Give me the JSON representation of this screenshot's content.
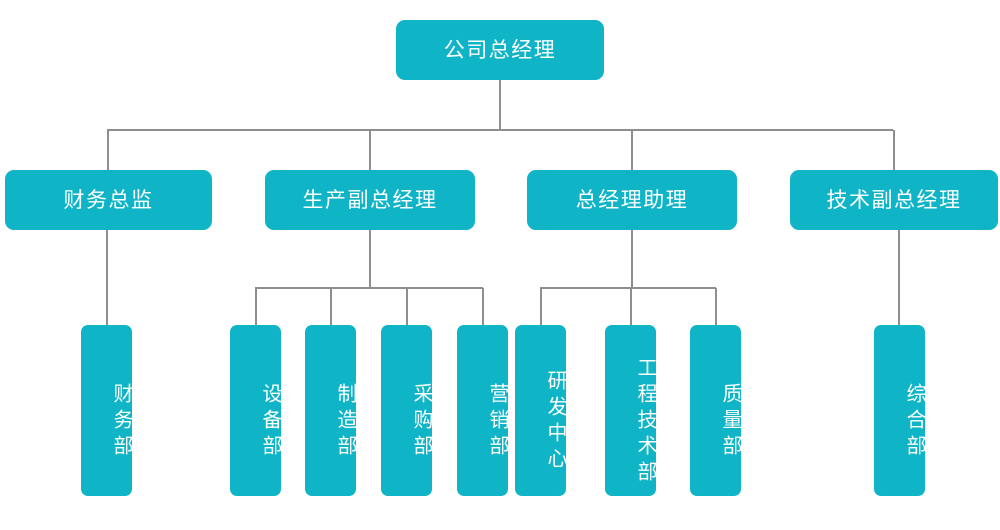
{
  "chart": {
    "type": "org-chart",
    "title": "公司组织架构图",
    "box_color": "#0fb4c7",
    "connector_color": "#8e8e8e",
    "text_color": "#ffffff",
    "background": "#ffffff",
    "levels": 3
  },
  "nodes": {
    "root": {
      "label": "公司总经理",
      "level": 1,
      "orientation": "horizontal"
    },
    "level2": [
      {
        "label": "财务总监",
        "level": 2,
        "orientation": "horizontal"
      },
      {
        "label": "生产副总经理",
        "level": 2,
        "orientation": "horizontal"
      },
      {
        "label": "总经理助理",
        "level": 2,
        "orientation": "horizontal"
      },
      {
        "label": "技术副总经理",
        "level": 2,
        "orientation": "horizontal"
      }
    ],
    "level3": [
      {
        "label": "财务部",
        "level": 3,
        "orientation": "vertical",
        "parent": "财务总监"
      },
      {
        "label": "设备部",
        "level": 3,
        "orientation": "vertical",
        "parent": "生产副总经理"
      },
      {
        "label": "制造部",
        "level": 3,
        "orientation": "vertical",
        "parent": "生产副总经理"
      },
      {
        "label": "采购部",
        "level": 3,
        "orientation": "vertical",
        "parent": "生产副总经理"
      },
      {
        "label": "营销部",
        "level": 3,
        "orientation": "vertical",
        "parent": "生产副总经理"
      },
      {
        "label": "研发中心",
        "level": 3,
        "orientation": "vertical",
        "parent": "总经理助理"
      },
      {
        "label": "工程技术部",
        "level": 3,
        "orientation": "vertical",
        "parent": "总经理助理"
      },
      {
        "label": "质量部",
        "level": 3,
        "orientation": "vertical",
        "parent": "总经理助理"
      },
      {
        "label": "综合部",
        "level": 3,
        "orientation": "vertical",
        "parent": "技术副总经理"
      }
    ]
  }
}
